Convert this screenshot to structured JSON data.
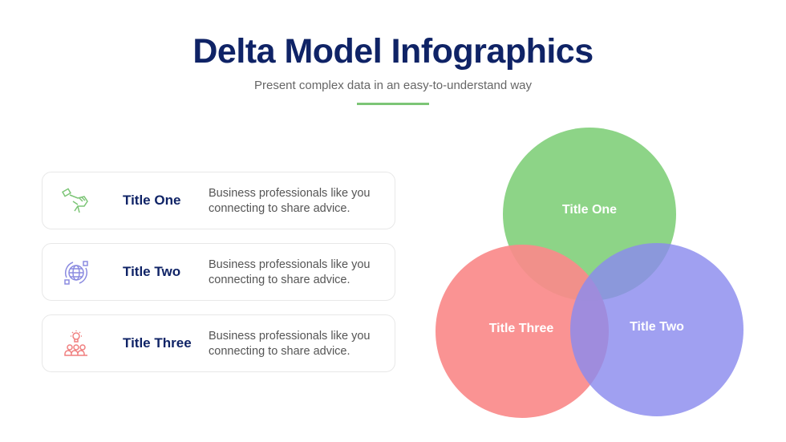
{
  "header": {
    "title": "Delta Model Infographics",
    "subtitle": "Present complex data in an easy-to-understand way"
  },
  "items": [
    {
      "title": "Title One",
      "desc": "Business professionals like you connecting to share advice.",
      "icon": "handshake-icon",
      "color": "#7cc576"
    },
    {
      "title": "Title Two",
      "desc": "Business professionals like you connecting to share advice.",
      "icon": "globe-network-icon",
      "color": "#8b8be0"
    },
    {
      "title": "Title Three",
      "desc": "Business professionals like you connecting to share advice.",
      "icon": "team-idea-icon",
      "color": "#f07f7f"
    }
  ],
  "venn": {
    "one": "Title One",
    "two": "Title Two",
    "three": "Title Three",
    "colors": {
      "green": "#8dd487",
      "red": "#fa8a8a",
      "blue": "#9a9aef"
    }
  }
}
